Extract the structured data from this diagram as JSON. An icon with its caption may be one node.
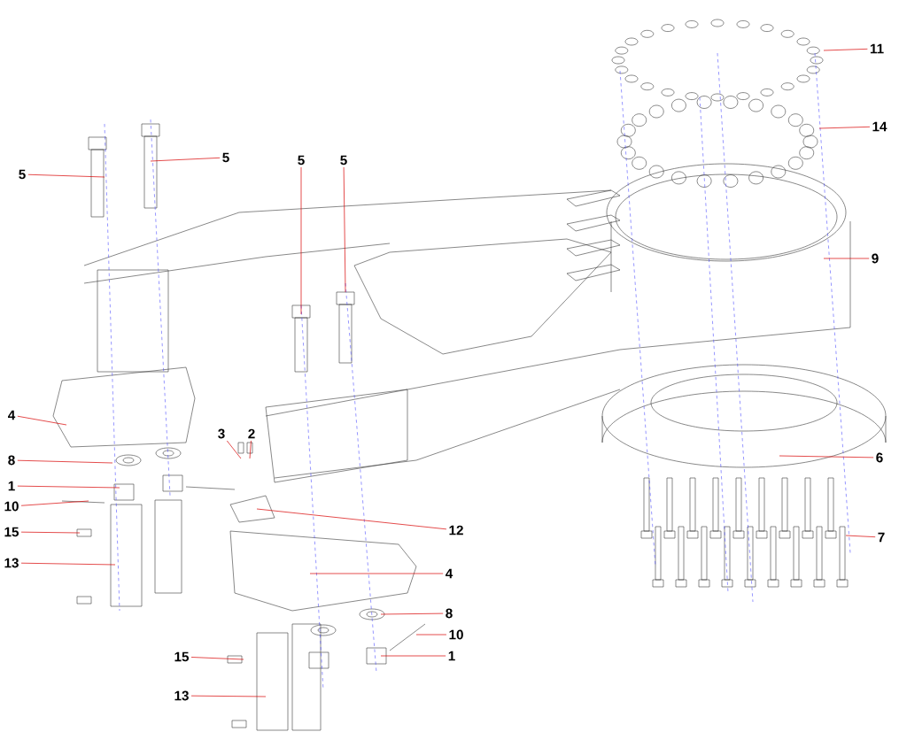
{
  "diagram": {
    "nodes": [
      {
        "text": [
          "11"
        ]
      },
      {
        "text": [
          "14"
        ]
      },
      {
        "text": [
          "5"
        ]
      },
      {
        "text": [
          "5"
        ]
      },
      {
        "text": [
          "5"
        ]
      },
      {
        "text": [
          "5"
        ]
      },
      {
        "text": [
          "9"
        ]
      },
      {
        "text": [
          "4"
        ]
      },
      {
        "text": [
          "3"
        ]
      },
      {
        "text": [
          "2"
        ]
      },
      {
        "text": [
          "8"
        ]
      },
      {
        "text": [
          "6"
        ]
      },
      {
        "text": [
          "1"
        ]
      },
      {
        "text": [
          "10"
        ]
      },
      {
        "text": [
          "12"
        ]
      },
      {
        "text": [
          "15"
        ]
      },
      {
        "text": [
          "7"
        ]
      },
      {
        "text": [
          "13"
        ]
      },
      {
        "text": [
          "4"
        ]
      },
      {
        "text": [
          "8"
        ]
      },
      {
        "text": [
          "10"
        ]
      },
      {
        "text": [
          "1"
        ]
      },
      {
        "text": [
          "15"
        ]
      },
      {
        "text": [
          "13"
        ]
      }
    ],
    "edges": [
      {
        "from": 0,
        "to": null,
        "arrow": "none"
      },
      {
        "from": 1,
        "to": null,
        "arrow": "none"
      },
      {
        "from": 2,
        "to": null,
        "arrow": "none"
      },
      {
        "from": 3,
        "to": null,
        "arrow": "none"
      },
      {
        "from": 4,
        "to": null,
        "arrow": "none"
      },
      {
        "from": 5,
        "to": null,
        "arrow": "none"
      },
      {
        "from": 6,
        "to": null,
        "arrow": "none"
      },
      {
        "from": 7,
        "to": null,
        "arrow": "none"
      },
      {
        "from": 8,
        "to": null,
        "arrow": "none"
      },
      {
        "from": 9,
        "to": null,
        "arrow": "none"
      },
      {
        "from": 10,
        "to": null,
        "arrow": "none"
      },
      {
        "from": 11,
        "to": null,
        "arrow": "none"
      },
      {
        "from": 12,
        "to": null,
        "arrow": "none"
      },
      {
        "from": 13,
        "to": null,
        "arrow": "none"
      },
      {
        "from": 14,
        "to": null,
        "arrow": "none"
      },
      {
        "from": 15,
        "to": null,
        "arrow": "none"
      },
      {
        "from": 16,
        "to": null,
        "arrow": "none"
      },
      {
        "from": 17,
        "to": null,
        "arrow": "none"
      },
      {
        "from": 18,
        "to": null,
        "arrow": "none"
      },
      {
        "from": 19,
        "to": null,
        "arrow": "none"
      },
      {
        "from": 20,
        "to": null,
        "arrow": "none"
      },
      {
        "from": 21,
        "to": null,
        "arrow": "none"
      },
      {
        "from": 22,
        "to": null,
        "arrow": "none"
      },
      {
        "from": 23,
        "to": null,
        "arrow": "none"
      }
    ]
  }
}
